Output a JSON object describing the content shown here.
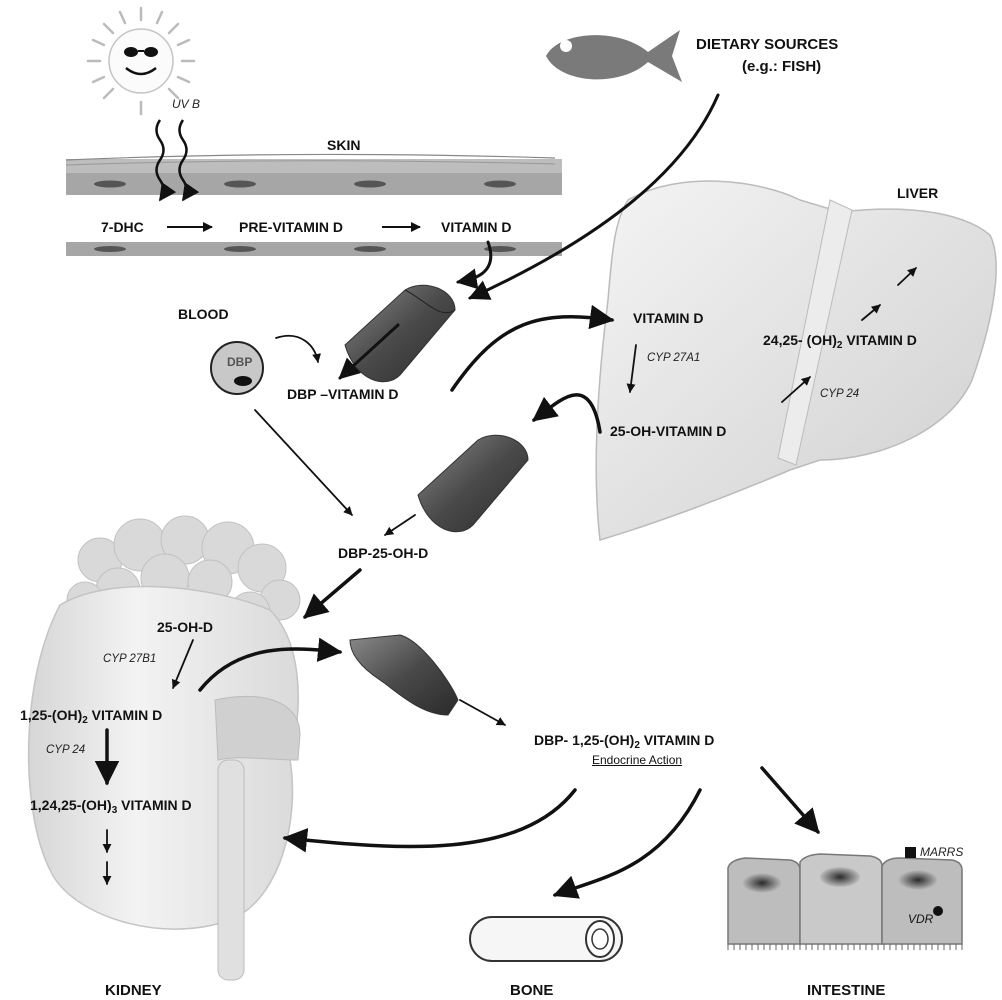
{
  "labels": {
    "dietary_sources_line1": "DIETARY SOURCES",
    "dietary_sources_line2": "(e.g.: FISH)",
    "uvb": "UV B",
    "skin": "SKIN",
    "seven_dhc": "7-DHC",
    "pre_vitamin_d": "PRE-VITAMIN D",
    "vitamin_d_skin": "VITAMIN D",
    "liver": "LIVER",
    "blood": "BLOOD",
    "dbp_circle": "DBP",
    "dbp_vitamin_d": "DBP –VITAMIN D",
    "vitamin_d_liver": "VITAMIN D",
    "cyp27a1": "CYP 27A1",
    "hydroxy_25_vitamin_d": "25-OH-VITAMIN D",
    "dihydroxy_24_25_prefix": "24,25- (OH)",
    "dihydroxy_24_25_sub": "2",
    "dihydroxy_24_25_suffix": " VITAMIN D",
    "cyp24_liver": "CYP 24",
    "dbp_25_oh_d": "DBP-25-OH-D",
    "oh_d_25_kidney": "25-OH-D",
    "cyp27b1": "CYP 27B1",
    "dihydroxy_1_25_prefix": "1,25-(OH)",
    "dihydroxy_1_25_sub": "2",
    "dihydroxy_1_25_suffix": " VITAMIN D",
    "cyp24_kidney": "CYP 24",
    "trihydroxy_prefix": "1,24,25-(OH)",
    "trihydroxy_sub": "3",
    "trihydroxy_suffix": " VITAMIN D",
    "dbp_1_25_prefix": "DBP- 1,25-(OH)",
    "dbp_1_25_sub": "2",
    "dbp_1_25_suffix": " VITAMIN D",
    "endocrine_action": "Endocrine Action",
    "marrs": "MARRS",
    "vdr": "VDR",
    "kidney": "KIDNEY",
    "bone": "BONE",
    "intestine": "INTESTINE"
  }
}
